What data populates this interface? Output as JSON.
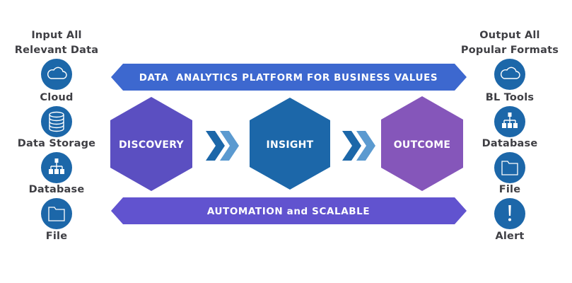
{
  "input": {
    "heading_line1": "Input All",
    "heading_line2": "Relevant Data",
    "items": [
      {
        "label": "Cloud",
        "icon": "cloud-icon"
      },
      {
        "label": "Data Storage",
        "icon": "data-storage-icon"
      },
      {
        "label": "Database",
        "icon": "database-icon"
      },
      {
        "label": "File",
        "icon": "file-icon"
      }
    ]
  },
  "output": {
    "heading_line1": "Output All",
    "heading_line2": "Popular Formats",
    "items": [
      {
        "label": "BL Tools",
        "icon": "cloud-icon"
      },
      {
        "label": "Database",
        "icon": "database-icon"
      },
      {
        "label": "File",
        "icon": "file-icon"
      },
      {
        "label": "Alert",
        "icon": "alert-icon"
      }
    ]
  },
  "banners": {
    "top": "DATA  ANALYTICS PLATFORM FOR BUSINESS VALUES",
    "bottom": "AUTOMATION and SCALABLE"
  },
  "stages": [
    {
      "label": "DISCOVERY",
      "color": "#5b4fc1"
    },
    {
      "label": "INSIGHT",
      "color": "#1c67a9"
    },
    {
      "label": "OUTCOME",
      "color": "#8556ba"
    }
  ],
  "colors": {
    "icon_circle": "#1c67a9",
    "banner_top": "#3d68cf",
    "banner_bottom": "#6153cf",
    "chevron_dark": "#1c67a9",
    "chevron_light": "#5b9ad0",
    "text": "#3f3f44"
  }
}
